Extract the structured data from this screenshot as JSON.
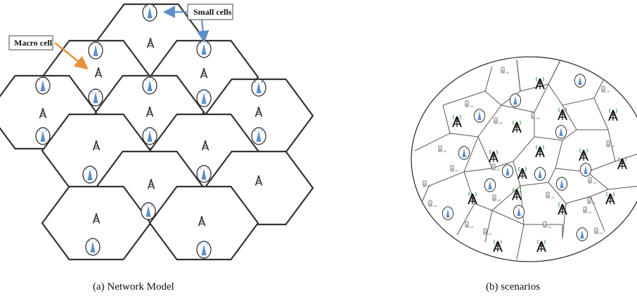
{
  "panel_a": {
    "caption": "(a)  Network Model",
    "callouts": {
      "macro_cell": "Macro cell",
      "small_cells": "Small cells"
    }
  },
  "panel_b": {
    "caption": "(b)  scenarios",
    "ue_label": "UE"
  },
  "colors": {
    "small_cell_blue": "#5b8fd0",
    "macro_tower": "#222222",
    "macro_arrow": "#e8923a",
    "small_arrow": "#5f8fc8",
    "antenna_signal": "#3aa84a"
  },
  "icons": {
    "small_cell": "small-cell-icon",
    "macro_tower": "macro-tower-icon",
    "user_equipment": "phone-icon"
  }
}
